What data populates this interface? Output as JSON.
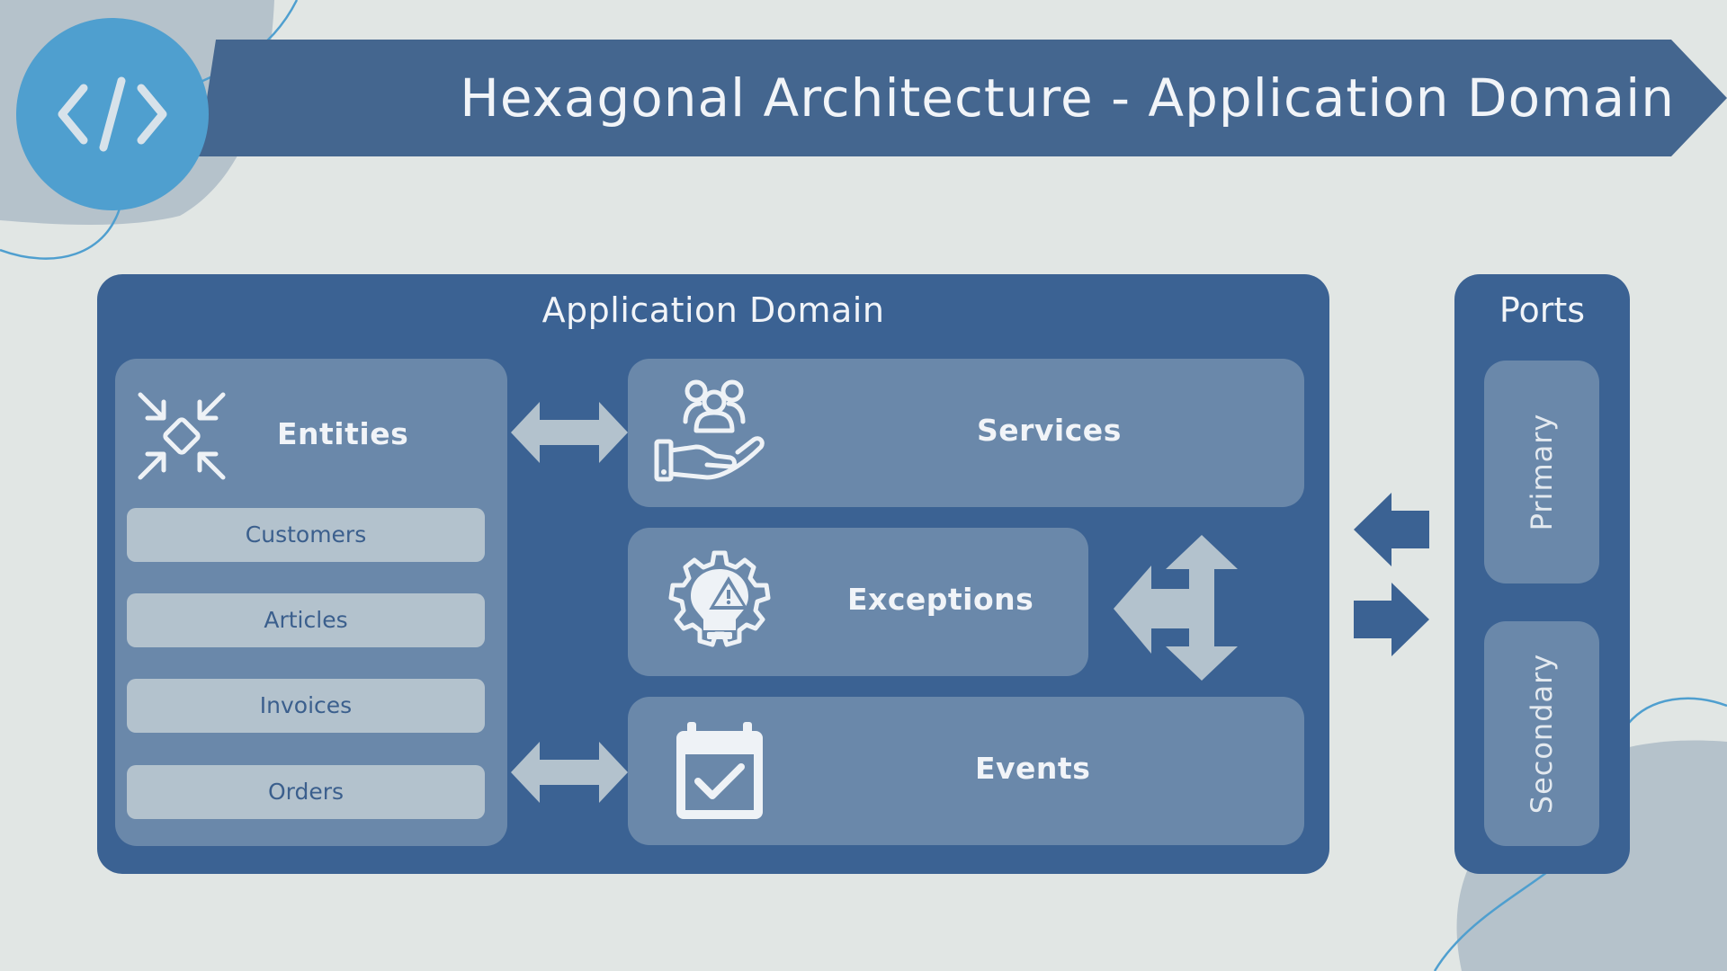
{
  "header": {
    "title": "Hexagonal Architecture -  Application Domain",
    "logo_icon": "code-brackets-icon"
  },
  "domain": {
    "title": "Application Domain",
    "entities": {
      "title": "Entities",
      "icon": "converge-arrows-icon",
      "items": [
        "Customers",
        "Articles",
        "Invoices",
        "Orders"
      ]
    },
    "services": {
      "label": "Services",
      "icon": "people-hand-icon"
    },
    "exceptions": {
      "label": "Exceptions",
      "icon": "gear-bulb-warning-icon"
    },
    "events": {
      "label": "Events",
      "icon": "calendar-check-icon"
    }
  },
  "ports": {
    "title": "Ports",
    "items": [
      "Primary",
      "Secondary"
    ]
  },
  "colors": {
    "background": "#e1e6e4",
    "panel": "#3b6293",
    "box": "#6a88aa",
    "item": "#b3c2cd",
    "arrow_light": "#b3c2cd",
    "arrow_dark": "#3b6293",
    "logo": "#4f9fcf"
  }
}
